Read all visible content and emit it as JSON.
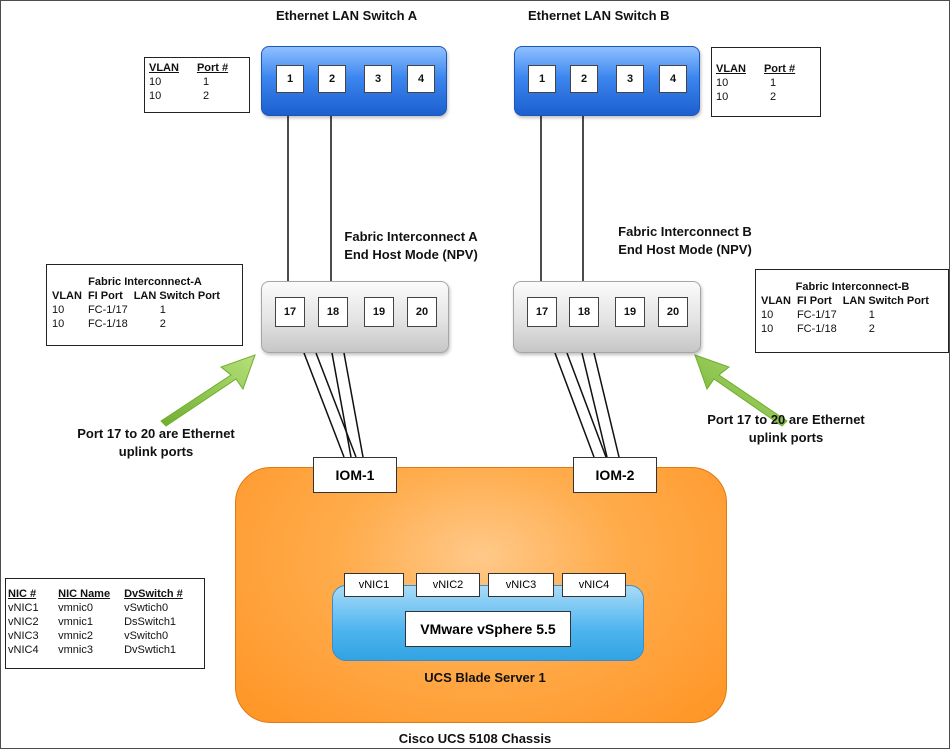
{
  "switch_a": {
    "title": "Ethernet LAN Switch A",
    "ports": [
      "1",
      "2",
      "3",
      "4"
    ],
    "table": {
      "headers": [
        "VLAN",
        "Port #"
      ],
      "rows": [
        [
          "10",
          "1"
        ],
        [
          "10",
          "2"
        ]
      ]
    }
  },
  "switch_b": {
    "title": "Ethernet LAN Switch B",
    "ports": [
      "1",
      "2",
      "3",
      "4"
    ],
    "table": {
      "headers": [
        "VLAN",
        "Port #"
      ],
      "rows": [
        [
          "10",
          "1"
        ],
        [
          "10",
          "2"
        ]
      ]
    }
  },
  "fi_a": {
    "title_line1": "Fabric Interconnect A",
    "title_line2": "End Host Mode (NPV)",
    "ports": [
      "17",
      "18",
      "19",
      "20"
    ],
    "table": {
      "caption": "Fabric Interconnect-A",
      "headers": [
        "VLAN",
        "FI Port",
        "LAN Switch Port"
      ],
      "rows": [
        [
          "10",
          "FC-1/17",
          "1"
        ],
        [
          "10",
          "FC-1/18",
          "2"
        ]
      ]
    },
    "note_line1": "Port 17 to 20 are Ethernet",
    "note_line2": "uplink ports"
  },
  "fi_b": {
    "title_line1": "Fabric Interconnect B",
    "title_line2": "End Host Mode (NPV)",
    "ports": [
      "17",
      "18",
      "19",
      "20"
    ],
    "table": {
      "caption": "Fabric Interconnect-B",
      "headers": [
        "VLAN",
        "FI Port",
        "LAN Switch Port"
      ],
      "rows": [
        [
          "10",
          "FC-1/17",
          "1"
        ],
        [
          "10",
          "FC-1/18",
          "2"
        ]
      ]
    },
    "note_line1": "Port 17 to 20 are Ethernet",
    "note_line2": "uplink ports"
  },
  "chassis": {
    "iom1": "IOM-1",
    "iom2": "IOM-2",
    "vnics": [
      "vNIC1",
      "vNIC2",
      "vNIC3",
      "vNIC4"
    ],
    "vsphere": "VMware vSphere 5.5",
    "server_label": "UCS Blade Server 1",
    "chassis_label": "Cisco UCS 5108 Chassis"
  },
  "nic_table": {
    "headers": [
      "NIC #",
      "NIC Name",
      "DvSwitch #"
    ],
    "rows": [
      [
        "vNIC1",
        "vmnic0",
        "vSwtich0"
      ],
      [
        "vNIC2",
        "vmnic1",
        "DsSwitch1"
      ],
      [
        "vNIC3",
        "vmnic2",
        "vSwitch0"
      ],
      [
        "vNIC4",
        "vmnic3",
        "DvSwtich1"
      ]
    ]
  },
  "colors": {
    "switch_blue": "#3c86ef",
    "chassis_orange": "#ff9d33",
    "vsphere_blue": "#4db4ef",
    "arrow_green": "#8cc63f",
    "red_link": "#e02020"
  }
}
